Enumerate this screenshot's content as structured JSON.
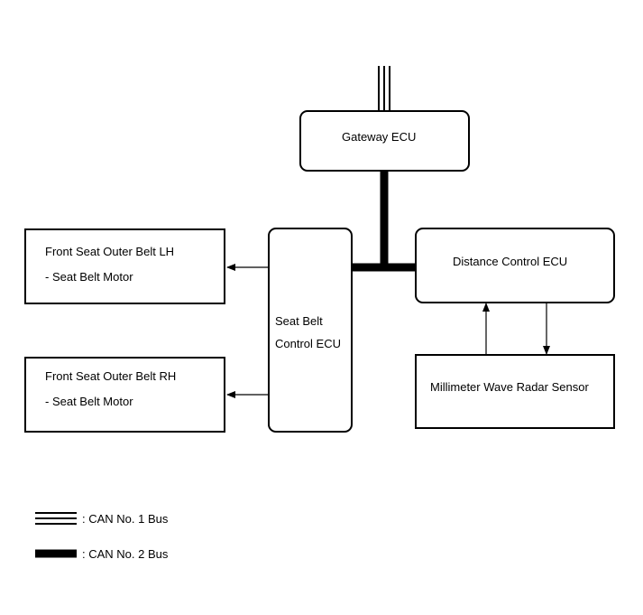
{
  "nodes": {
    "gateway": {
      "label": "Gateway ECU"
    },
    "seat_belt_ecu": {
      "line1": "Seat Belt",
      "line2": "Control ECU"
    },
    "distance_ecu": {
      "label": "Distance Control ECU"
    },
    "radar": {
      "label": "Millimeter Wave Radar Sensor"
    },
    "front_lh": {
      "line1": "Front Seat Outer Belt LH",
      "line2": "- Seat Belt Motor"
    },
    "front_rh": {
      "line1": "Front Seat Outer Belt RH",
      "line2": "- Seat Belt Motor"
    }
  },
  "legend": {
    "can1": ": CAN No. 1 Bus",
    "can2": ": CAN No. 2 Bus"
  }
}
